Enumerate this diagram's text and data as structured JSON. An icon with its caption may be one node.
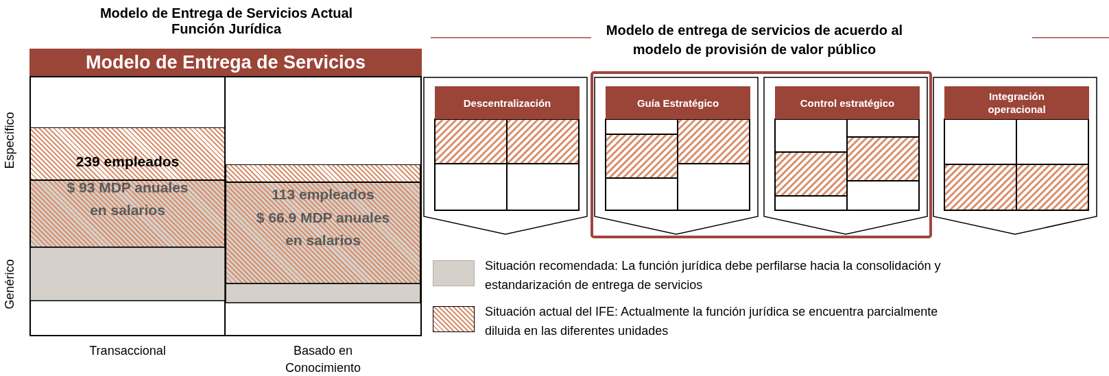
{
  "diagram": {
    "title": "Modelo de Entrega de Servicios Actual Función Jurídica",
    "nodes": [
      {
        "text": [
          "Modelo de Entrega de Servicios"
        ]
      },
      {
        "text": [
          "239 empleados",
          "$ 93 MDP anuales en salarios"
        ]
      },
      {
        "text": [
          "113 empleados",
          "$ 66.9 MDP anuales en salarios"
        ]
      },
      {
        "text": [
          "Descentralización"
        ]
      },
      {
        "text": [
          "Guía Estratégico"
        ]
      },
      {
        "text": [
          "Control estratégico"
        ]
      },
      {
        "text": [
          "Integración operacional"
        ]
      }
    ],
    "labels": [
      "Específico",
      "Genérico",
      "Transaccional",
      "Basado en Conocimiento",
      "Modelo de entrega de servicios de acuerdo al modelo de provisión de valor público"
    ],
    "legend": [
      {
        "text": "Situación recomendada: La función jurídica debe perfilarse hacia la consolidación y estandarización de entrega de servicios",
        "color": "#d6d0cb"
      },
      {
        "text": "Situación actual del IFE: Actualmente la función jurídica se encuentra parcialmente diluida en las diferentes unidades"
      }
    ]
  }
}
